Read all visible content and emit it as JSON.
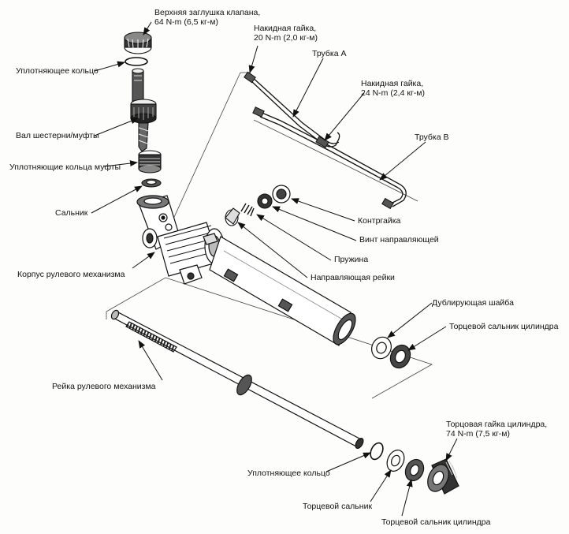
{
  "labels": {
    "top_cap": {
      "title": "Верхняя заглушка клапана,",
      "torque": "64 N-m (6,5 кг-м)"
    },
    "flare_nut_a": {
      "title": "Накидная гайка,",
      "torque": "20 N-m (2,0 кг-м)"
    },
    "tube_a": "Трубка A",
    "flare_nut_b": {
      "title": "Накидная гайка,",
      "torque": "24 N-m (2,4 кг-м)"
    },
    "o_ring_top": "Уплотняющее кольцо",
    "pinion_shaft": "Вал шестерни/муфты",
    "tube_b": "Трубка B",
    "valve_seals": "Уплотняющие кольца муфты",
    "oil_seal": "Сальник",
    "locknut": "Контргайка",
    "guide_screw": "Винт направляющей",
    "spring": "Пружина",
    "housing": "Корпус рулевого механизма",
    "rack_guide": "Направляющая рейки",
    "backup_washer": "Дублирующая шайба",
    "cyl_end_seal_upper": "Торцевой сальник цилиндра",
    "rack": "Рейка рулевого механизма",
    "cyl_end_nut": {
      "title": "Торцовая гайка цилиндра,",
      "torque": "74 N-m (7,5 кг-м)"
    },
    "o_ring_bottom": "Уплотняющее кольцо",
    "end_seal": "Торцевой сальник",
    "cyl_end_seal_lower": "Торцевой сальник цилиндра"
  }
}
